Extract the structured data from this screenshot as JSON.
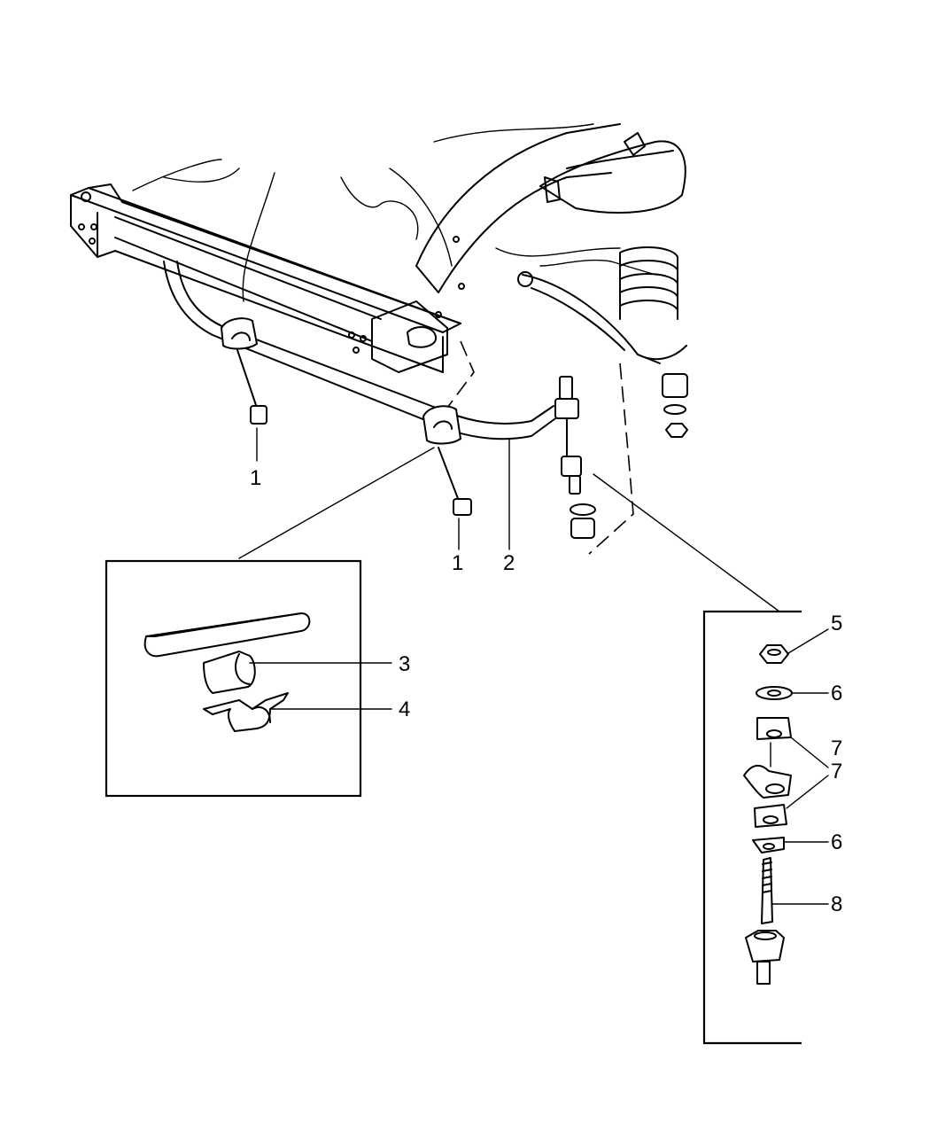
{
  "callouts": [
    {
      "id": "callout-1-left",
      "label": "1"
    },
    {
      "id": "callout-1-right",
      "label": "1"
    },
    {
      "id": "callout-2",
      "label": "2"
    },
    {
      "id": "callout-3",
      "label": "3"
    },
    {
      "id": "callout-4",
      "label": "4"
    },
    {
      "id": "callout-5",
      "label": "5"
    },
    {
      "id": "callout-6-upper",
      "label": "6"
    },
    {
      "id": "callout-7-upper",
      "label": "7"
    },
    {
      "id": "callout-7-lower",
      "label": "7"
    },
    {
      "id": "callout-6-lower",
      "label": "6"
    },
    {
      "id": "callout-8",
      "label": "8"
    }
  ],
  "colors": {
    "line": "#000000",
    "background": "#ffffff"
  }
}
